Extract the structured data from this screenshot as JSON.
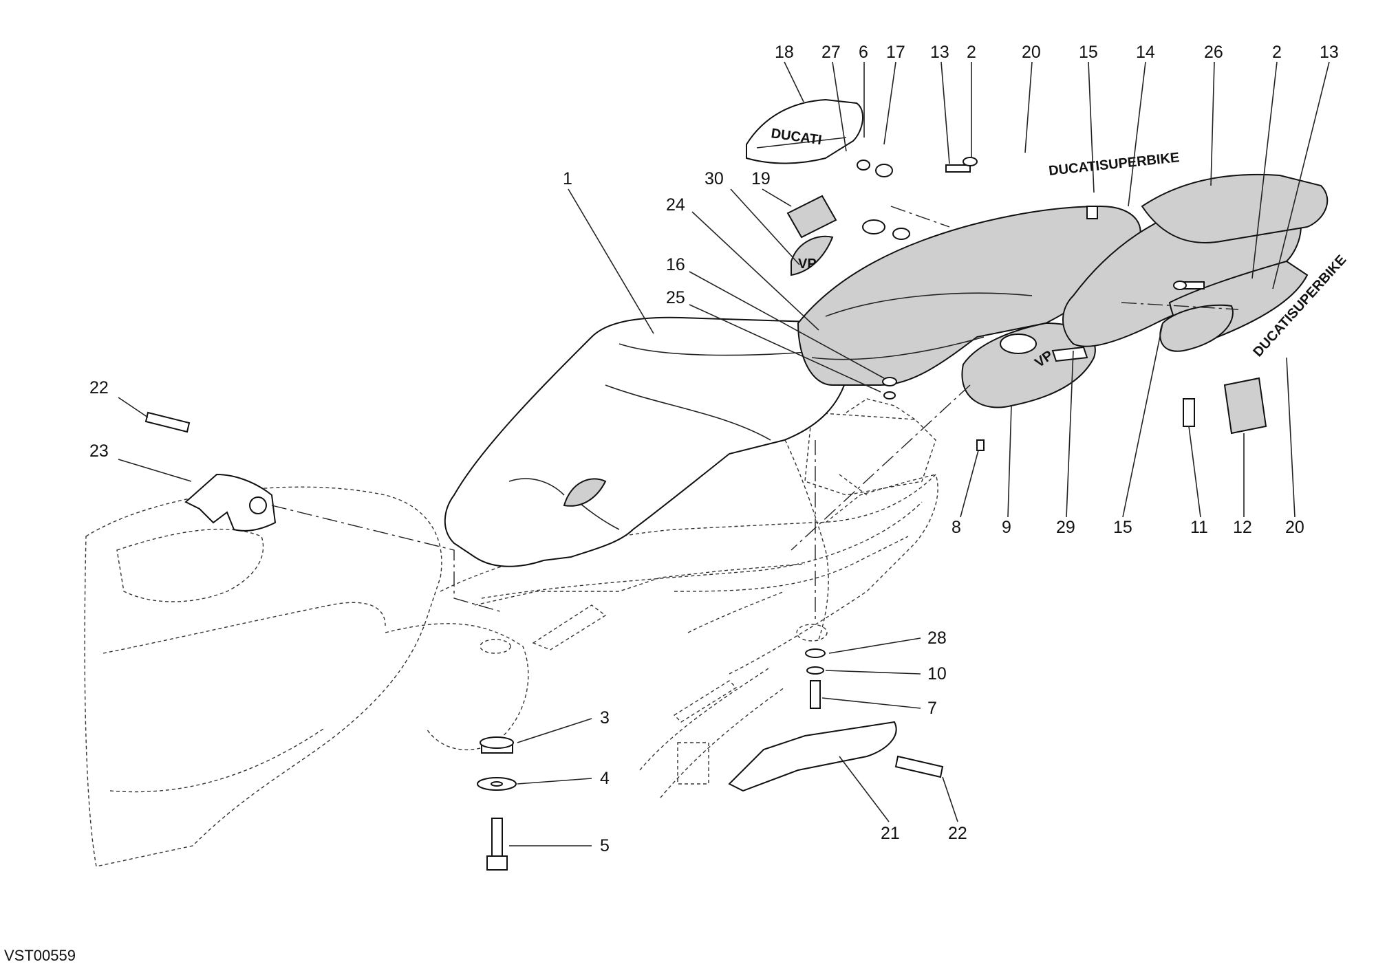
{
  "drawing_code": "VST00559",
  "callouts": [
    {
      "label": "18"
    },
    {
      "label": "27"
    },
    {
      "label": "6"
    },
    {
      "label": "17"
    },
    {
      "label": "13"
    },
    {
      "label": "2"
    },
    {
      "label": "20"
    },
    {
      "label": "15"
    },
    {
      "label": "14"
    },
    {
      "label": "26"
    },
    {
      "label": "2"
    },
    {
      "label": "13"
    },
    {
      "label": "1"
    },
    {
      "label": "30"
    },
    {
      "label": "19"
    },
    {
      "label": "24"
    },
    {
      "label": "16"
    },
    {
      "label": "25"
    },
    {
      "label": "22"
    },
    {
      "label": "23"
    },
    {
      "label": "8"
    },
    {
      "label": "9"
    },
    {
      "label": "29"
    },
    {
      "label": "15"
    },
    {
      "label": "11"
    },
    {
      "label": "12"
    },
    {
      "label": "20"
    },
    {
      "label": "28"
    },
    {
      "label": "10"
    },
    {
      "label": "7"
    },
    {
      "label": "3"
    },
    {
      "label": "4"
    },
    {
      "label": "5"
    },
    {
      "label": "21"
    },
    {
      "label": "22"
    }
  ],
  "decals": {
    "superbike_top": "DUCATISUPERBIKE",
    "superbike_side": "DUCATISUPERBIKE",
    "cover_logo": "DUCATI"
  }
}
